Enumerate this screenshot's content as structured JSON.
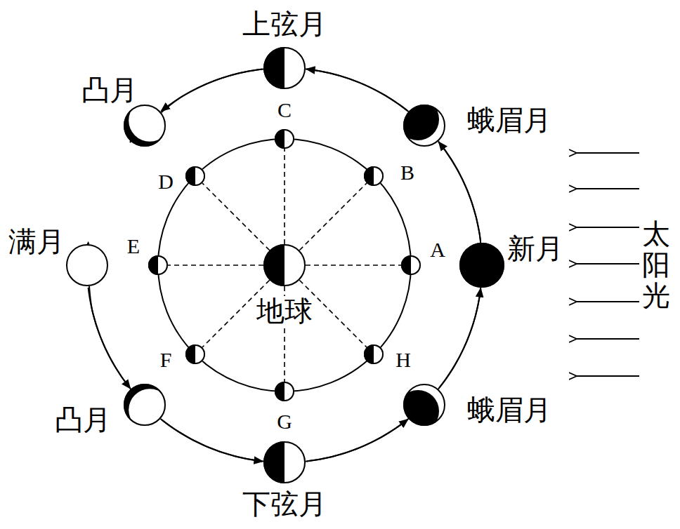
{
  "diagram": {
    "nodes": [
      {
        "text": [
          "上弦月"
        ]
      },
      {
        "text": [
          "凸月"
        ]
      },
      {
        "text": [
          "蛾眉月"
        ]
      },
      {
        "text": [
          "C"
        ]
      },
      {
        "text": [
          "D"
        ]
      },
      {
        "text": [
          "B"
        ]
      },
      {
        "text": [
          "满月"
        ]
      },
      {
        "text": [
          "E"
        ]
      },
      {
        "text": [
          "地球"
        ]
      },
      {
        "text": [
          "A"
        ]
      },
      {
        "text": [
          "新月"
        ]
      },
      {
        "text": [
          "F"
        ]
      },
      {
        "text": [
          "H"
        ]
      },
      {
        "text": [
          "凸月"
        ]
      },
      {
        "text": [
          "蛾眉月"
        ]
      },
      {
        "text": [
          "G"
        ]
      },
      {
        "text": [
          "下弦月"
        ]
      }
    ],
    "edges": [
      {
        "from": 10,
        "to": 2,
        "arrow": "to"
      },
      {
        "from": 2,
        "to": 0,
        "arrow": "to"
      },
      {
        "from": 0,
        "to": 1,
        "arrow": "to"
      },
      {
        "from": 1,
        "to": 6,
        "arrow": "to"
      },
      {
        "from": 6,
        "to": 13,
        "arrow": "to"
      },
      {
        "from": 13,
        "to": 16,
        "arrow": "to"
      },
      {
        "from": 16,
        "to": 14,
        "arrow": "to"
      },
      {
        "from": 14,
        "to": 10,
        "arrow": "to"
      },
      {
        "from": 8,
        "to": 9,
        "arrow": "none"
      },
      {
        "from": 8,
        "to": 5,
        "arrow": "none"
      },
      {
        "from": 8,
        "to": 3,
        "arrow": "none"
      },
      {
        "from": 8,
        "to": 4,
        "arrow": "none"
      },
      {
        "from": 8,
        "to": 7,
        "arrow": "none"
      },
      {
        "from": 8,
        "to": 11,
        "arrow": "none"
      },
      {
        "from": 8,
        "to": 15,
        "arrow": "none"
      },
      {
        "from": 8,
        "to": 12,
        "arrow": "none"
      }
    ],
    "labels": [
      "太阳光"
    ]
  }
}
